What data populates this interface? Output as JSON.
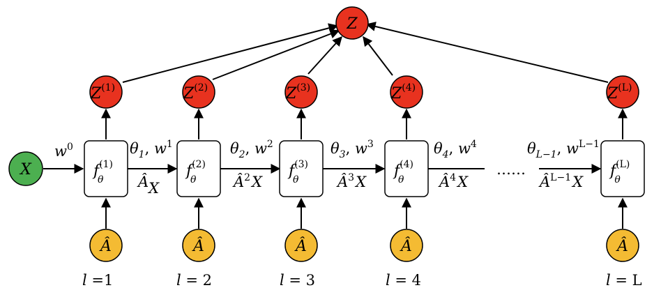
{
  "nodes": {
    "input": {
      "text": "X",
      "color": "#4caf50"
    },
    "output": {
      "text": "Z",
      "color": "#e8321f"
    },
    "adj": {
      "text": "Â",
      "color": "#f4bb33"
    },
    "func": {
      "base": "f",
      "sub": "θ"
    }
  },
  "layer_outputs": [
    {
      "base": "Z",
      "sup": "(1)"
    },
    {
      "base": "Z",
      "sup": "(2)"
    },
    {
      "base": "Z",
      "sup": "(3)"
    },
    {
      "base": "Z",
      "sup": "(4)"
    },
    {
      "base": "Z",
      "sup": "(L)"
    }
  ],
  "func_sups": [
    "(1)",
    "(2)",
    "(3)",
    "(4)",
    "(L)"
  ],
  "layer_labels": [
    {
      "l": "l",
      "rest": " =1"
    },
    {
      "l": "l",
      "rest": " = 2"
    },
    {
      "l": "l",
      "rest": " = 3"
    },
    {
      "l": "l",
      "rest": " = 4"
    },
    {
      "l": "l",
      "rest": " = L"
    }
  ],
  "edge_labels": {
    "w0": {
      "base": "w",
      "sup": "0"
    },
    "top": [
      {
        "theta_sub": "1",
        "w_sup": "1"
      },
      {
        "theta_sub": "2",
        "w_sup": "2"
      },
      {
        "theta_sub": "3",
        "w_sup": "3"
      },
      {
        "theta_sub": "4",
        "w_sup": "4"
      },
      {
        "theta_sub": "L−1",
        "w_sup": "L−1"
      }
    ],
    "bottom": [
      {
        "sup": "",
        "suffix": "X"
      },
      {
        "sup": "2",
        "suffix": "X"
      },
      {
        "sup": "3",
        "suffix": "X"
      },
      {
        "sup": "4",
        "suffix": "X"
      },
      {
        "sup": "L−1",
        "suffix": "X"
      }
    ],
    "ellipsis": "……"
  }
}
